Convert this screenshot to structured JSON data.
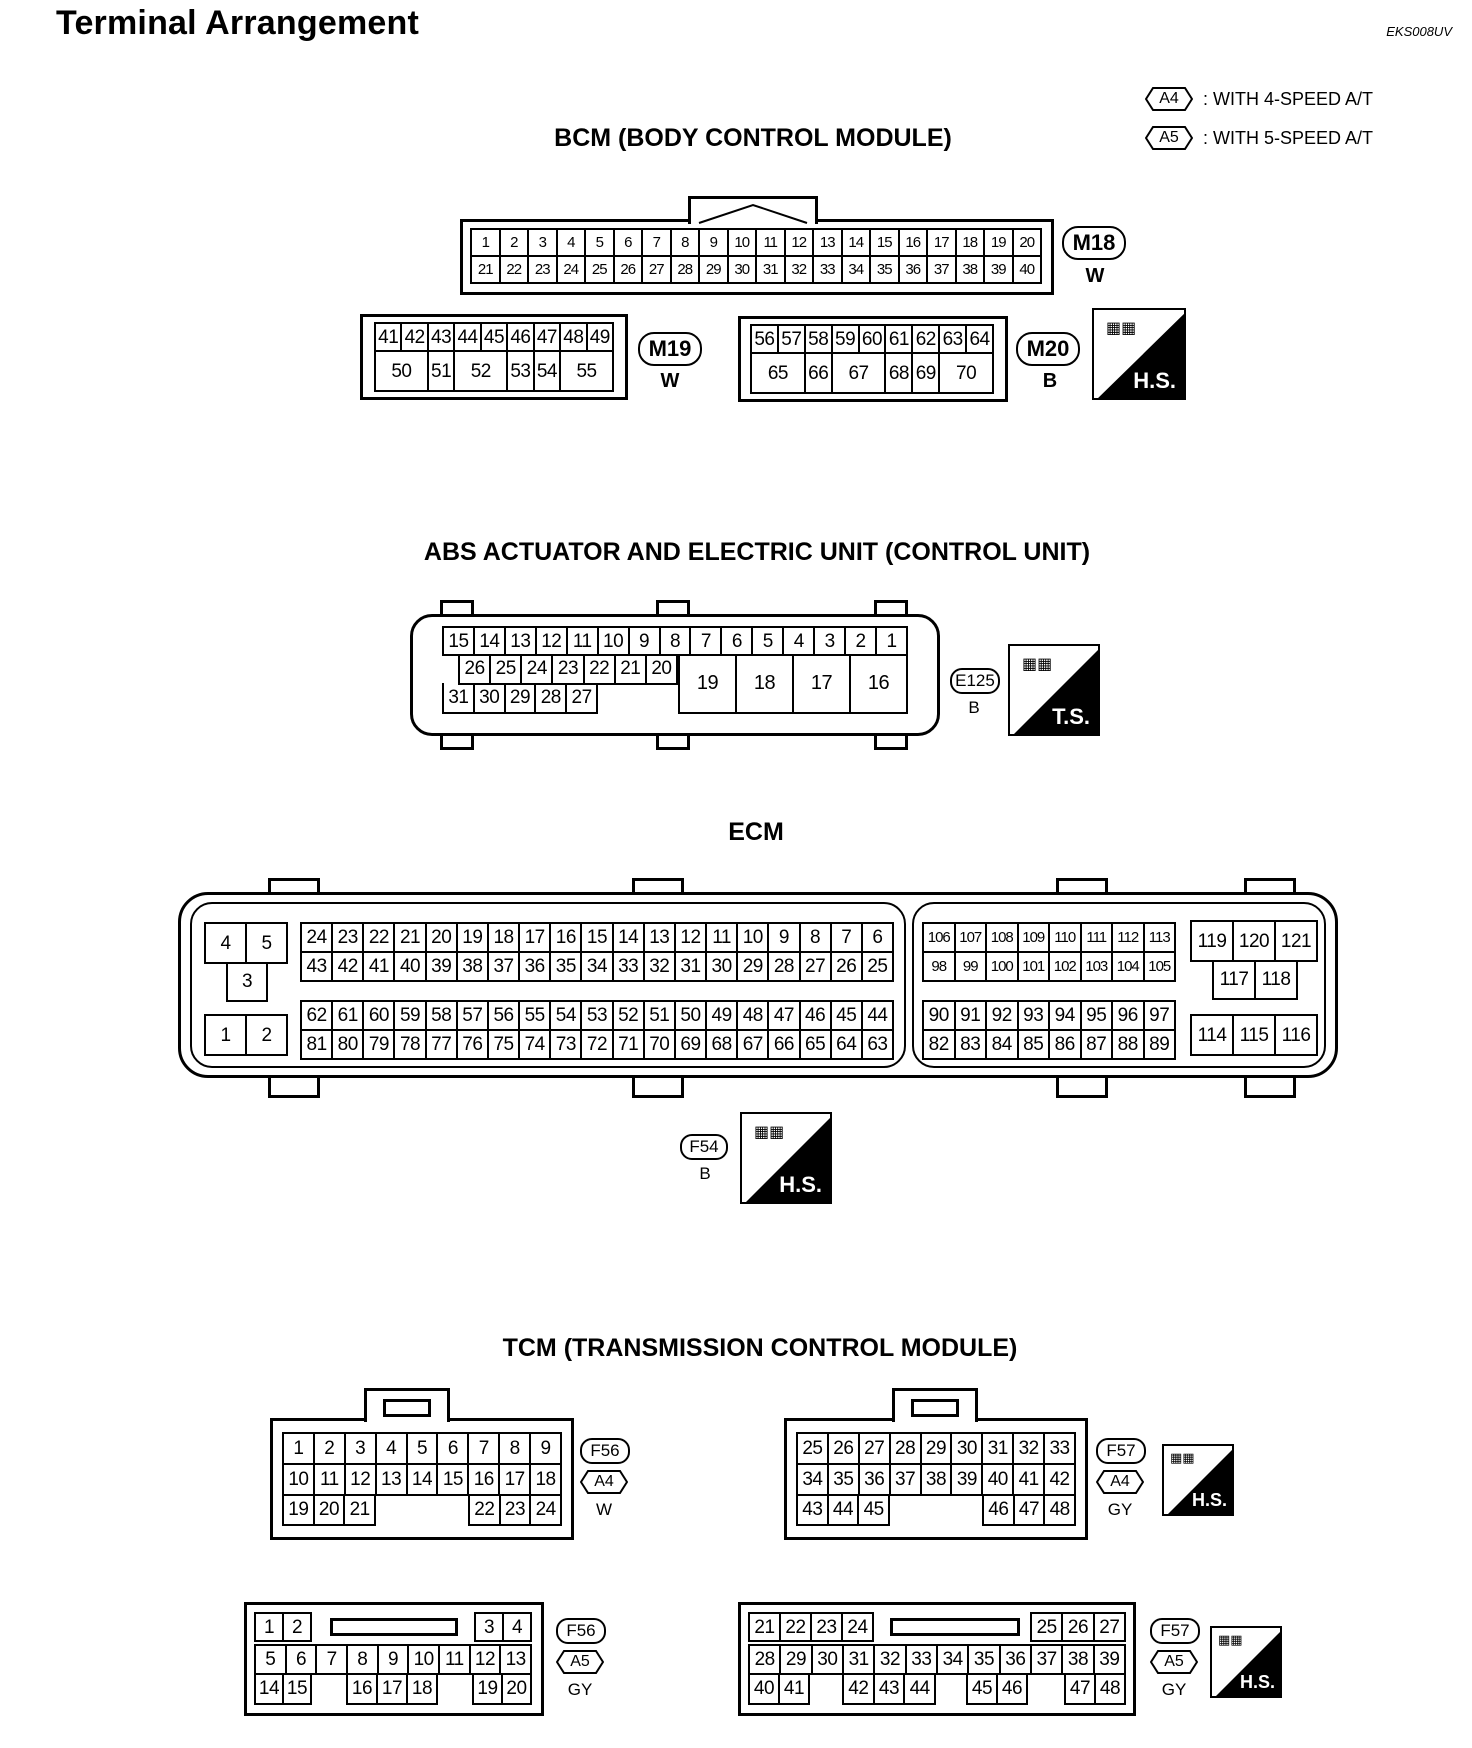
{
  "header": {
    "title": "Terminal Arrangement",
    "doc_code": "EKS008UV"
  },
  "legend": [
    {
      "tag": "A4",
      "text": ": WITH 4-SPEED A/T"
    },
    {
      "tag": "A5",
      "text": ": WITH 5-SPEED A/T"
    }
  ],
  "bcm": {
    "title": "BCM (BODY CONTROL MODULE)",
    "m18": {
      "id": "M18",
      "color": "W",
      "row1": [
        "1",
        "2",
        "3",
        "4",
        "5",
        "6",
        "7",
        "8",
        "9",
        "10",
        "11",
        "12",
        "13",
        "14",
        "15",
        "16",
        "17",
        "18",
        "19",
        "20"
      ],
      "row2": [
        "21",
        "22",
        "23",
        "24",
        "25",
        "26",
        "27",
        "28",
        "29",
        "30",
        "31",
        "32",
        "33",
        "34",
        "35",
        "36",
        "37",
        "38",
        "39",
        "40"
      ]
    },
    "m19": {
      "id": "M19",
      "color": "W",
      "row1": [
        "41",
        "42",
        "43",
        "44",
        "45",
        "46",
        "47",
        "48",
        "49"
      ],
      "row2": [
        "50",
        "51",
        "52",
        "53",
        "54",
        "55"
      ]
    },
    "m20": {
      "id": "M20",
      "color": "B",
      "row1": [
        "56",
        "57",
        "58",
        "59",
        "60",
        "61",
        "62",
        "63",
        "64"
      ],
      "row2": [
        "65",
        "66",
        "67",
        "68",
        "69",
        "70"
      ]
    },
    "badge": "H.S."
  },
  "abs": {
    "title": "ABS ACTUATOR AND ELECTRIC UNIT (CONTROL UNIT)",
    "id": "E125",
    "color": "B",
    "badge": "T.S.",
    "row1": [
      "15",
      "14",
      "13",
      "12",
      "11",
      "10",
      "9",
      "8",
      "7",
      "6",
      "5",
      "4",
      "3",
      "2",
      "1"
    ],
    "row2": [
      "26",
      "25",
      "24",
      "23",
      "22",
      "21",
      "20"
    ],
    "row3": [
      "31",
      "30",
      "29",
      "28",
      "27"
    ],
    "big": [
      "19",
      "18",
      "17",
      "16"
    ]
  },
  "ecm": {
    "title": "ECM",
    "id": "F54",
    "color": "B",
    "badge": "H.S.",
    "left_block": [
      "4",
      "5",
      "3",
      "1",
      "2"
    ],
    "main_r1": [
      "24",
      "23",
      "22",
      "21",
      "20",
      "19",
      "18",
      "17",
      "16",
      "15",
      "14",
      "13",
      "12",
      "11",
      "10",
      "9",
      "8",
      "7",
      "6"
    ],
    "main_r2": [
      "43",
      "42",
      "41",
      "40",
      "39",
      "38",
      "37",
      "36",
      "35",
      "34",
      "33",
      "32",
      "31",
      "30",
      "29",
      "28",
      "27",
      "26",
      "25"
    ],
    "main_r3": [
      "62",
      "61",
      "60",
      "59",
      "58",
      "57",
      "56",
      "55",
      "54",
      "53",
      "52",
      "51",
      "50",
      "49",
      "48",
      "47",
      "46",
      "45",
      "44"
    ],
    "main_r4": [
      "81",
      "80",
      "79",
      "78",
      "77",
      "76",
      "75",
      "74",
      "73",
      "72",
      "71",
      "70",
      "69",
      "68",
      "67",
      "66",
      "65",
      "64",
      "63"
    ],
    "right_r1": [
      "106",
      "107",
      "108",
      "109",
      "110",
      "111",
      "112",
      "113"
    ],
    "right_r2": [
      "98",
      "99",
      "100",
      "101",
      "102",
      "103",
      "104",
      "105"
    ],
    "right_r3": [
      "90",
      "91",
      "92",
      "93",
      "94",
      "95",
      "96",
      "97"
    ],
    "right_r4": [
      "82",
      "83",
      "84",
      "85",
      "86",
      "87",
      "88",
      "89"
    ],
    "far_r1": [
      "119",
      "120",
      "121"
    ],
    "far_r2": [
      "117",
      "118"
    ],
    "far_r3": [
      "114",
      "115",
      "116"
    ]
  },
  "tcm": {
    "title": "TCM (TRANSMISSION CONTROL MODULE)",
    "f56_a4": {
      "id": "F56",
      "tag": "A4",
      "color": "W",
      "row1": [
        "1",
        "2",
        "3",
        "4",
        "5",
        "6",
        "7",
        "8",
        "9"
      ],
      "row2": [
        "10",
        "11",
        "12",
        "13",
        "14",
        "15",
        "16",
        "17",
        "18"
      ],
      "row3a": [
        "19",
        "20",
        "21"
      ],
      "row3b": [
        "22",
        "23",
        "24"
      ]
    },
    "f57_a4": {
      "id": "F57",
      "tag": "A4",
      "color": "GY",
      "row1": [
        "25",
        "26",
        "27",
        "28",
        "29",
        "30",
        "31",
        "32",
        "33"
      ],
      "row2": [
        "34",
        "35",
        "36",
        "37",
        "38",
        "39",
        "40",
        "41",
        "42"
      ],
      "row3a": [
        "43",
        "44",
        "45"
      ],
      "row3b": [
        "46",
        "47",
        "48"
      ]
    },
    "f56_a5": {
      "id": "F56",
      "tag": "A5",
      "color": "GY",
      "row1a": [
        "1",
        "2"
      ],
      "row1b": [
        "3",
        "4"
      ],
      "row2": [
        "5",
        "6",
        "7",
        "8",
        "9",
        "10",
        "11",
        "12",
        "13"
      ],
      "row3a": [
        "14",
        "15"
      ],
      "row3b": [
        "16",
        "17",
        "18"
      ],
      "row3c": [
        "19",
        "20"
      ]
    },
    "f57_a5": {
      "id": "F57",
      "tag": "A5",
      "color": "GY",
      "row1a": [
        "21",
        "22",
        "23",
        "24"
      ],
      "row1b": [
        "25",
        "26",
        "27"
      ],
      "row2": [
        "28",
        "29",
        "30",
        "31",
        "32",
        "33",
        "34",
        "35",
        "36",
        "37",
        "38",
        "39"
      ],
      "row3a": [
        "40",
        "41"
      ],
      "row3b": [
        "42",
        "43",
        "44"
      ],
      "row3c": [
        "45",
        "46"
      ],
      "row3d": [
        "47",
        "48"
      ]
    },
    "badge": "H.S."
  }
}
